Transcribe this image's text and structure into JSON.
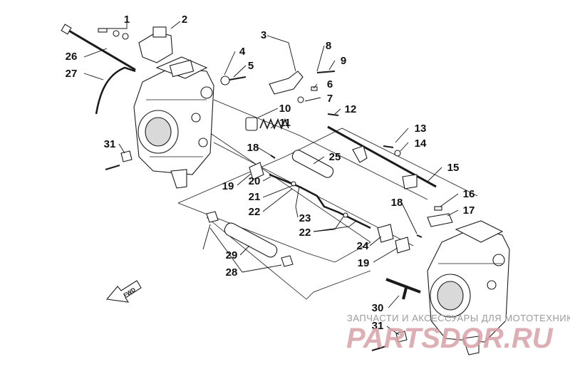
{
  "diagram": {
    "callouts": [
      {
        "id": "c1",
        "label": "1"
      },
      {
        "id": "c2",
        "label": "2"
      },
      {
        "id": "c3",
        "label": "3"
      },
      {
        "id": "c4",
        "label": "4"
      },
      {
        "id": "c5",
        "label": "5"
      },
      {
        "id": "c6",
        "label": "6"
      },
      {
        "id": "c7",
        "label": "7"
      },
      {
        "id": "c8",
        "label": "8"
      },
      {
        "id": "c9",
        "label": "9"
      },
      {
        "id": "c10",
        "label": "10"
      },
      {
        "id": "c11",
        "label": "11"
      },
      {
        "id": "c12",
        "label": "12"
      },
      {
        "id": "c13",
        "label": "13"
      },
      {
        "id": "c14",
        "label": "14"
      },
      {
        "id": "c15",
        "label": "15"
      },
      {
        "id": "c16",
        "label": "16"
      },
      {
        "id": "c17",
        "label": "17"
      },
      {
        "id": "c18a",
        "label": "18"
      },
      {
        "id": "c18b",
        "label": "18"
      },
      {
        "id": "c19a",
        "label": "19"
      },
      {
        "id": "c19b",
        "label": "19"
      },
      {
        "id": "c20",
        "label": "20"
      },
      {
        "id": "c21",
        "label": "21"
      },
      {
        "id": "c22a",
        "label": "22"
      },
      {
        "id": "c22b",
        "label": "22"
      },
      {
        "id": "c23",
        "label": "23"
      },
      {
        "id": "c24",
        "label": "24"
      },
      {
        "id": "c25",
        "label": "25"
      },
      {
        "id": "c26",
        "label": "26"
      },
      {
        "id": "c27",
        "label": "27"
      },
      {
        "id": "c28",
        "label": "28"
      },
      {
        "id": "c29",
        "label": "29"
      },
      {
        "id": "c30",
        "label": "30"
      },
      {
        "id": "c31a",
        "label": "31"
      },
      {
        "id": "c31b",
        "label": "31"
      }
    ],
    "fwd_label": "FWD"
  },
  "watermark": {
    "caption": "ЗАПЧАСТИ И АКСЕССУАРЫ ДЛЯ МОТОТЕХНИКИ",
    "brand": "PARTSDOR.RU",
    "brand_color": "#d8a0a6"
  }
}
